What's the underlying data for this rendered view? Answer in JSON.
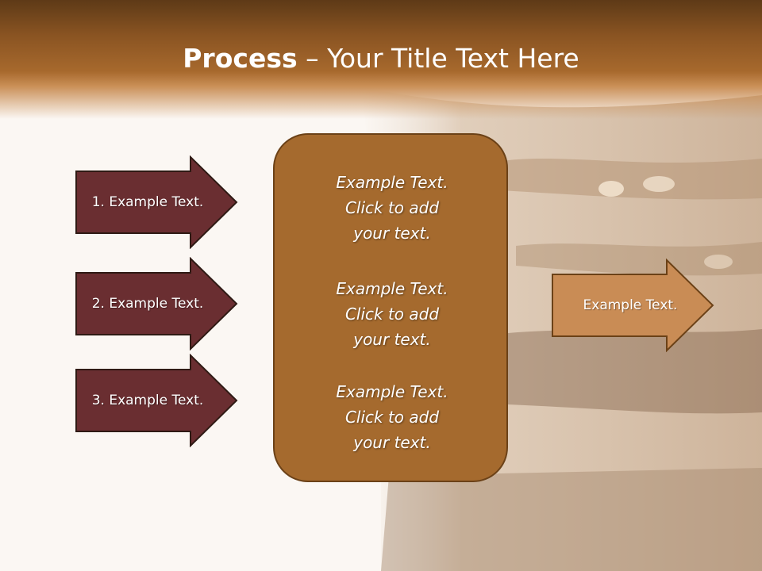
{
  "slide": {
    "title_bold": "Process",
    "title_rest": " – Your Title Text Here"
  },
  "left_arrows": [
    {
      "label": "1. Example Text."
    },
    {
      "label": "2. Example Text."
    },
    {
      "label": "3. Example Text."
    }
  ],
  "center_panel": {
    "blocks": [
      "Example Text.\nClick  to add\nyour text.",
      "Example Text.\nClick  to add\nyour text.",
      "Example Text.\nClick  to add\nyour text."
    ]
  },
  "right_arrow": {
    "label": "Example Text."
  },
  "colors": {
    "left_arrow_fill": "#6a2e31",
    "center_panel_fill": "#a56a2e",
    "right_arrow_fill": "#c98c55",
    "title_band": "#8a5422"
  }
}
